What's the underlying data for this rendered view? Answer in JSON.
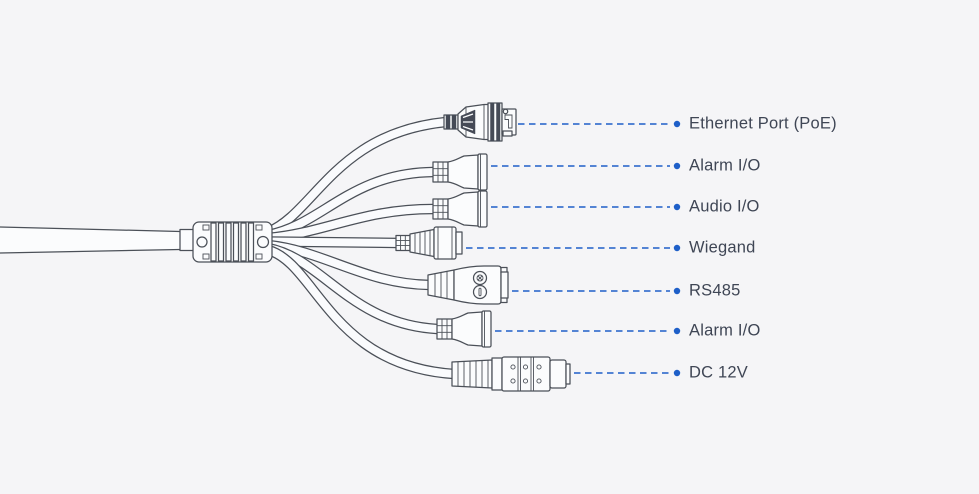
{
  "diagram": {
    "type": "camera-cable-harness",
    "junction": "cable-gland-junction",
    "main_cable_side": "left"
  },
  "colors": {
    "background": "#f5f5f7",
    "drawing_outline": "#4b5058",
    "cable_fill": "#fbfcfd",
    "leader_blue": "#1e5fc8",
    "label_text": "#3f4655"
  },
  "connectors": [
    {
      "id": "ethernet-port-poe",
      "label": "Ethernet Port (PoE)"
    },
    {
      "id": "alarm-io-1",
      "label": "Alarm I/O"
    },
    {
      "id": "audio-io",
      "label": "Audio I/O"
    },
    {
      "id": "wiegand",
      "label": "Wiegand"
    },
    {
      "id": "rs485",
      "label": "RS485"
    },
    {
      "id": "alarm-io-2",
      "label": "Alarm I/O"
    },
    {
      "id": "dc-12v",
      "label": "DC 12V"
    }
  ]
}
